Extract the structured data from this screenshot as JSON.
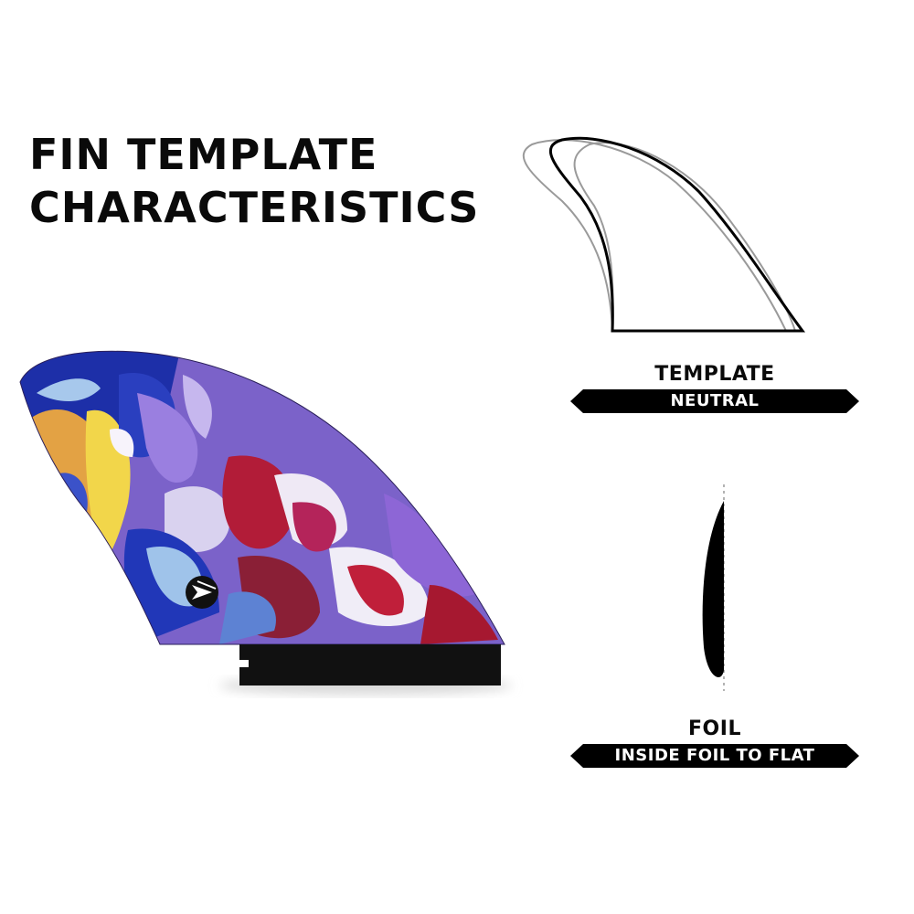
{
  "heading": {
    "line1": "FIN TEMPLATE",
    "line2": "CHARACTERISTICS"
  },
  "template_spec": {
    "label": "TEMPLATE",
    "value": "NEUTRAL"
  },
  "foil_spec": {
    "label": "FOIL",
    "value": "INSIDE FOIL TO FLAT"
  },
  "colors": {
    "text": "#0a0a0a",
    "banner": "#000000",
    "outline_primary": "#000000",
    "outline_secondary": "#9a9a9a",
    "fin_base": "#111111"
  },
  "icons": {
    "brand_logo": "firewire-logo-icon"
  }
}
